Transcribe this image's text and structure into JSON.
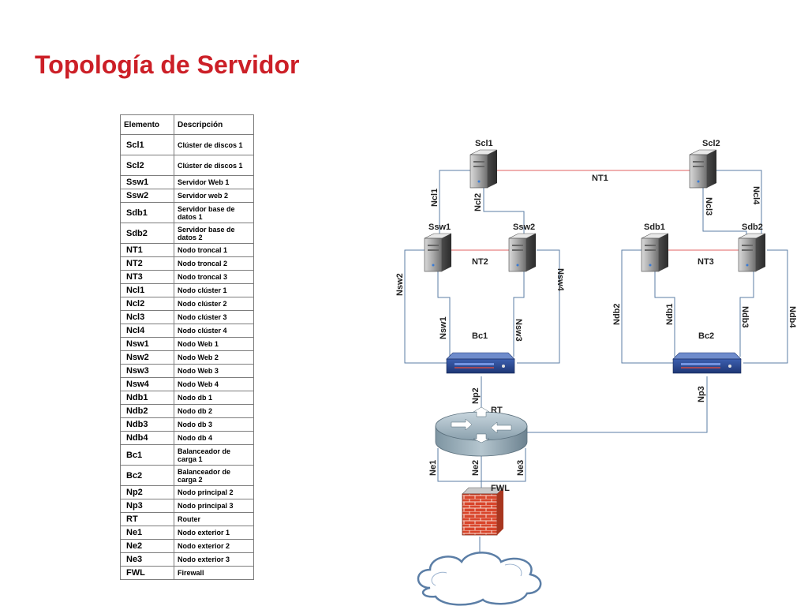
{
  "title": "Topología de Servidor",
  "legend": {
    "headers": [
      "Elemento",
      "Descripción"
    ],
    "rows": [
      {
        "code": "Scl1",
        "desc": "Clúster de discos 1"
      },
      {
        "code": "Scl2",
        "desc": "Clúster de discos 1"
      },
      {
        "code": "Ssw1",
        "desc": "Servidor Web 1"
      },
      {
        "code": "Ssw2",
        "desc": "Servidor web 2"
      },
      {
        "code": "Sdb1",
        "desc": "Servidor base de datos 1"
      },
      {
        "code": "Sdb2",
        "desc": "Servidor base de datos 2"
      },
      {
        "code": "NT1",
        "desc": "Nodo troncal 1"
      },
      {
        "code": "NT2",
        "desc": "Nodo troncal 2"
      },
      {
        "code": "NT3",
        "desc": "Nodo troncal 3"
      },
      {
        "code": "Ncl1",
        "desc": "Nodo clúster 1"
      },
      {
        "code": "Ncl2",
        "desc": "Nodo clúster 2"
      },
      {
        "code": "Ncl3",
        "desc": "Nodo clúster 3"
      },
      {
        "code": "Ncl4",
        "desc": "Nodo clúster 4"
      },
      {
        "code": "Nsw1",
        "desc": "Nodo Web 1"
      },
      {
        "code": "Nsw2",
        "desc": "Nodo Web 2"
      },
      {
        "code": "Nsw3",
        "desc": "Nodo Web 3"
      },
      {
        "code": "Nsw4",
        "desc": "Nodo Web 4"
      },
      {
        "code": "Ndb1",
        "desc": "Nodo db 1"
      },
      {
        "code": "Ndb2",
        "desc": "Nodo db 2"
      },
      {
        "code": "Ndb3",
        "desc": "Nodo db 3"
      },
      {
        "code": "Ndb4",
        "desc": "Nodo db 4"
      },
      {
        "code": "Bc1",
        "desc": "Balanceador de carga 1"
      },
      {
        "code": "Bc2",
        "desc": "Balanceador de carga 2"
      },
      {
        "code": "Np2",
        "desc": "Nodo principal 2"
      },
      {
        "code": "Np3",
        "desc": "Nodo principal 3"
      },
      {
        "code": "RT",
        "desc": "Router"
      },
      {
        "code": "Ne1",
        "desc": "Nodo exterior 1"
      },
      {
        "code": "Ne2",
        "desc": "Nodo exterior 2"
      },
      {
        "code": "Ne3",
        "desc": "Nodo exterior 3"
      },
      {
        "code": "FWL",
        "desc": "Firewall"
      }
    ]
  },
  "diagram": {
    "nodes": {
      "scl1": "Scl1",
      "scl2": "Scl2",
      "ssw1": "Ssw1",
      "ssw2": "Ssw2",
      "sdb1": "Sdb1",
      "sdb2": "Sdb2",
      "bc1": "Bc1",
      "bc2": "Bc2",
      "rt": "RT",
      "fwl": "FWL"
    },
    "links": {
      "nt1": "NT1",
      "nt2": "NT2",
      "nt3": "NT3",
      "ncl1": "Ncl1",
      "ncl2": "Ncl2",
      "ncl3": "Ncl3",
      "ncl4": "Ncl4",
      "nsw1": "Nsw1",
      "nsw2": "Nsw2",
      "nsw3": "Nsw3",
      "nsw4": "Nsw4",
      "ndb1": "Ndb1",
      "ndb2": "Ndb2",
      "ndb3": "Ndb3",
      "ndb4": "Ndb4",
      "np2": "Np2",
      "np3": "Np3",
      "ne1": "Ne1",
      "ne2": "Ne2",
      "ne3": "Ne3"
    },
    "colors": {
      "line": "#5b7ea6",
      "trunk": "#e06060",
      "title": "#cc1f27"
    }
  }
}
